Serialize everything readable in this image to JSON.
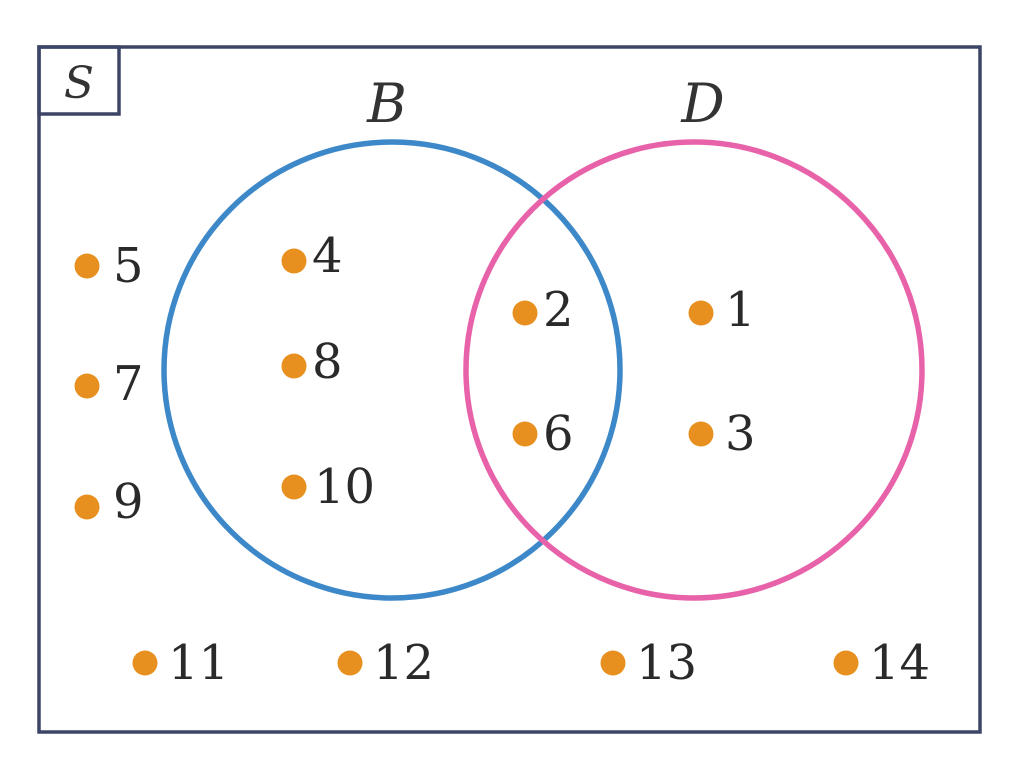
{
  "colors": {
    "frame": "#3d4566",
    "set_b": "#3d88c8",
    "set_d": "#e862a9",
    "dot": "#e8901f",
    "text": "#2a2a2a"
  },
  "universe": {
    "label": "S"
  },
  "sets": {
    "b": {
      "label": "B"
    },
    "d": {
      "label": "D"
    }
  },
  "elements": {
    "outside": [
      "5",
      "7",
      "9",
      "11",
      "12",
      "13",
      "14"
    ],
    "b_only": [
      "4",
      "8",
      "10"
    ],
    "b_and_d": [
      "2",
      "6"
    ],
    "d_only": [
      "1",
      "3"
    ]
  }
}
